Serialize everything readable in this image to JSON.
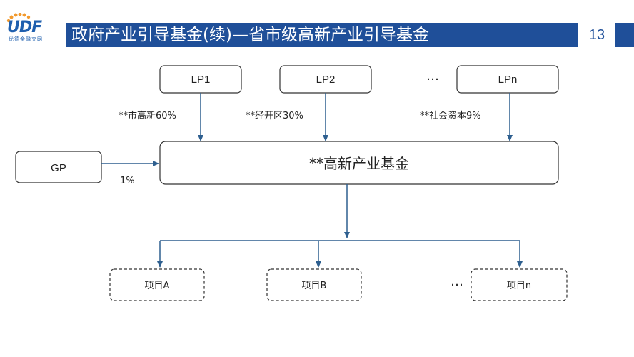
{
  "header": {
    "logo_text": "UDF",
    "logo_sub": "优德金融交网",
    "title": "政府产业引导基金(续)—省市级高新产业引导基金",
    "page_number": "13"
  },
  "colors": {
    "title_bar": "#1f4f99",
    "arrow": "#2e5f8f",
    "logo_orange": "#f29a2e",
    "logo_blue": "#1f5fae"
  },
  "diagram": {
    "lp_nodes": [
      {
        "label": "LP1",
        "share": "**市高新60%"
      },
      {
        "label": "LP2",
        "share": "**经开区30%"
      },
      {
        "label": "LPn",
        "share": "**社会资本9%"
      }
    ],
    "lp_ellipsis": "…",
    "gp": {
      "label": "GP",
      "share": "1%"
    },
    "fund": {
      "label": "**高新产业基金"
    },
    "projects": [
      {
        "label": "项目A"
      },
      {
        "label": "项目B"
      },
      {
        "label": "项目n"
      }
    ],
    "project_ellipsis": "…"
  }
}
